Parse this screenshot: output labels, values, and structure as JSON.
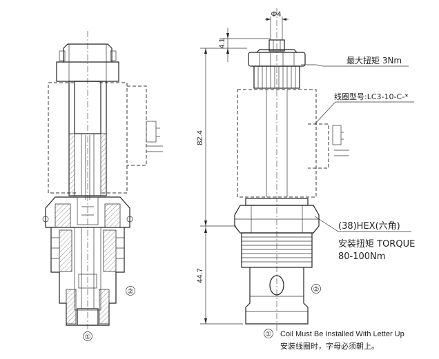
{
  "dimensions": {
    "diameter": "Φ4",
    "top_height": "4.1",
    "coil_length": "82.4",
    "body_length": "44.7"
  },
  "callouts": {
    "max_torque": "最大扭矩 3Nm",
    "coil_model": "线圈型号:LC3-10-C-*",
    "hex_size": "(38)HEX(六角)",
    "install_torque_label": "安装扭矩 TORQUE",
    "install_torque_value": "80-100Nm"
  },
  "markers": {
    "port1": "①",
    "port2": "②"
  },
  "note": {
    "marker": "①",
    "english": "Coil Must Be Installed With Letter Up",
    "chinese": "安装线圈时，字母必须朝上。"
  }
}
